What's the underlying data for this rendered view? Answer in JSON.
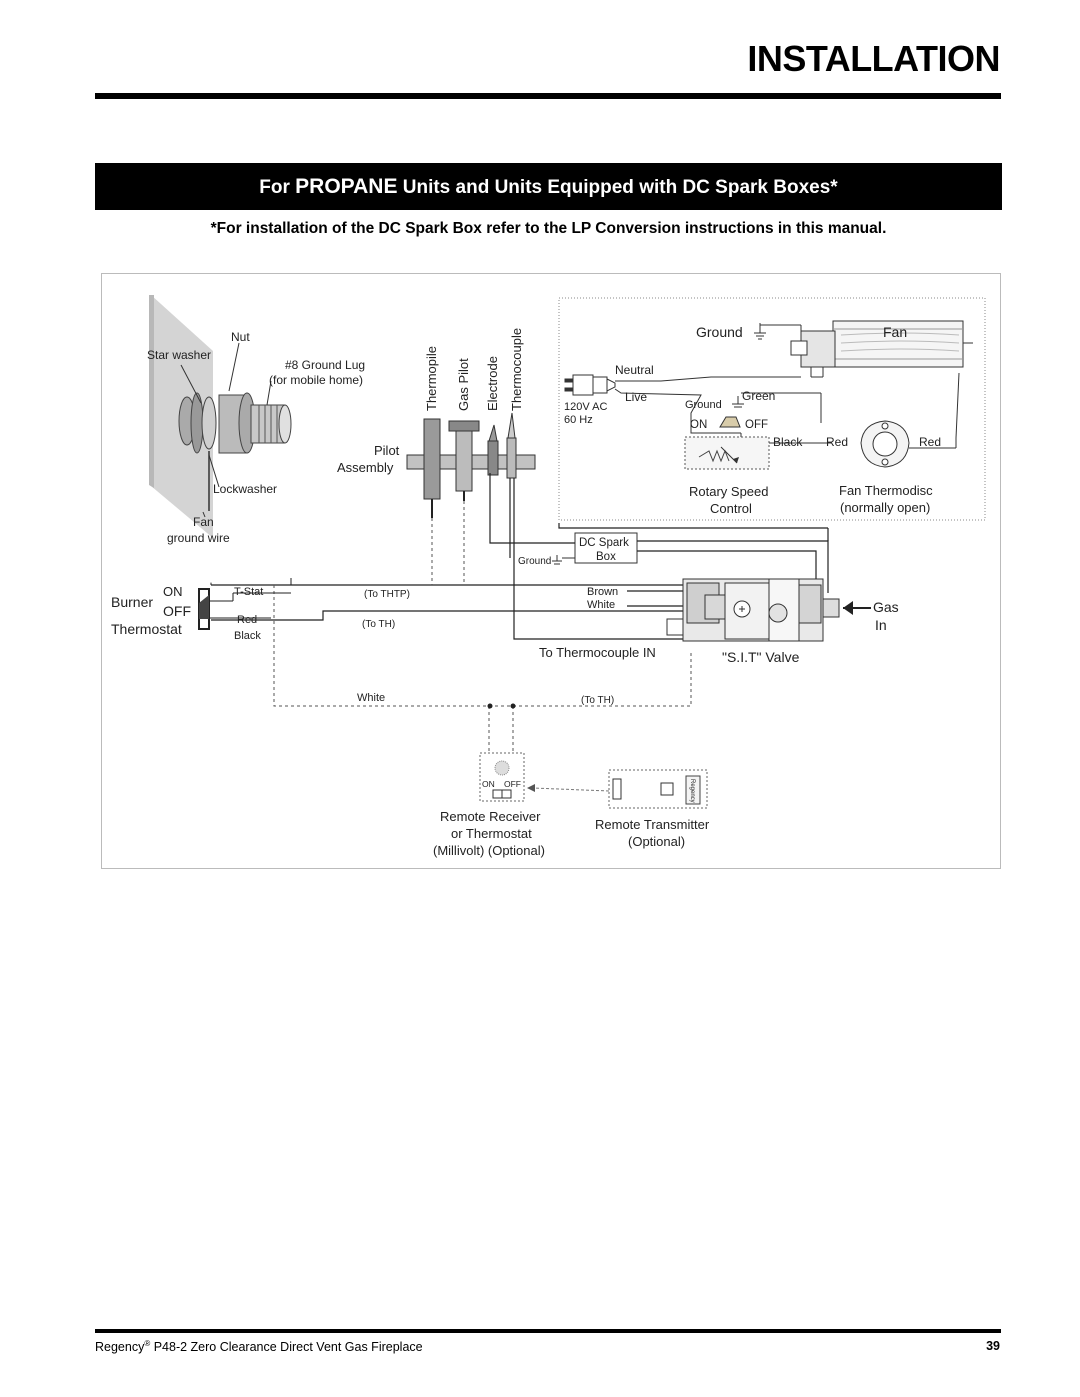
{
  "header": {
    "title": "INSTALLATION"
  },
  "section": {
    "banner_pre": "For ",
    "banner_big": "PROPANE",
    "banner_post": " Units and Units Equipped with DC Spark Boxes*",
    "note": "*For installation of the DC Spark Box refer to the LP Conversion instructions in this manual."
  },
  "diagram": {
    "nut": "Nut",
    "star_washer": "Star washer",
    "ground_lug_1": "#8 Ground Lug",
    "ground_lug_2": "(for mobile home)",
    "lockwasher": "Lockwasher",
    "fan_ground_1": "Fan",
    "fan_ground_2": "ground wire",
    "thermopile": "Thermopile",
    "gas_pilot": "Gas Pilot",
    "electrode": "Electrode",
    "thermocouple": "Thermocouple",
    "pilot_1": "Pilot",
    "pilot_2": "Assembly",
    "ground_top": "Ground",
    "fan": "Fan",
    "neutral": "Neutral",
    "live": "Live",
    "ac_1": "120V AC",
    "ac_2": "60 Hz",
    "ground_small": "Ground",
    "green": "Green",
    "on": "ON",
    "off": "OFF",
    "black": "Black",
    "red": "Red",
    "red2": "Red",
    "rotary_1": "Rotary Speed",
    "rotary_2": "Control",
    "thermodisc_1": "Fan Thermodisc",
    "thermodisc_2": "(normally open)",
    "dc_spark_1": "DC Spark",
    "dc_spark_2": "Box",
    "ground_dc": "Ground",
    "burner": "Burner",
    "burner_on": "ON",
    "burner_off": "OFF",
    "thermostat": "Thermostat",
    "tstat": "T-Stat",
    "red_wire": "Red",
    "black_wire": "Black",
    "to_thtp": "(To THTP)",
    "to_th": "(To TH)",
    "brown": "Brown",
    "white_wire": "White",
    "gas_1": "Gas",
    "gas_2": "In",
    "to_thermocouple": "To Thermocouple IN",
    "sit_valve": "\"S.I.T\" Valve",
    "white_bottom": "White",
    "to_th_bottom": "(To TH)",
    "receiver_on": "ON",
    "receiver_off": "OFF",
    "transmitter_brand": "Regency",
    "receiver_1": "Remote Receiver",
    "receiver_2": "or Thermostat",
    "receiver_3": "(Millivolt) (Optional)",
    "transmitter_1": "Remote Transmitter",
    "transmitter_2": "(Optional)"
  },
  "footer": {
    "brand": "Regency",
    "reg": "®",
    "model": " P48-2 Zero Clearance Direct Vent Gas Fireplace",
    "page": "39"
  }
}
